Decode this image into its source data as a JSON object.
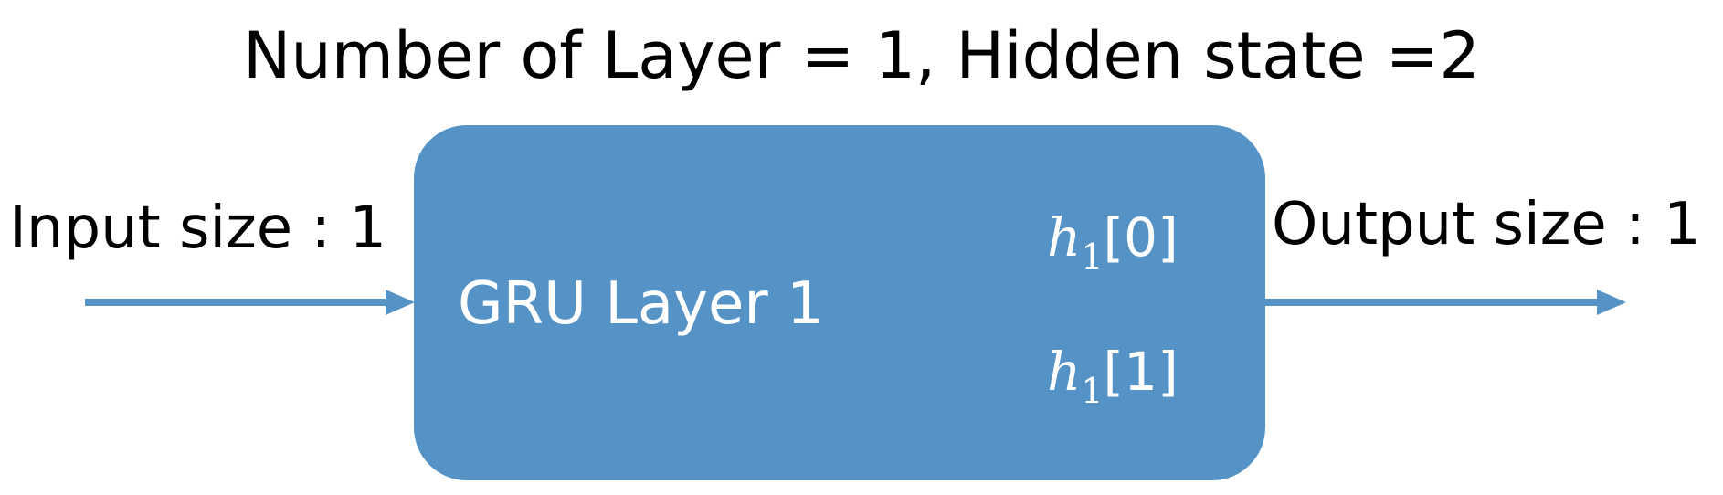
{
  "title": "Number of Layer = 1, Hidden state =2",
  "input_label": "Input size : 1",
  "output_label": "Output size : 1",
  "gru": {
    "label": "GRU Layer 1",
    "states": [
      {
        "symbol": "h",
        "subscript": "1",
        "index": "[0]"
      },
      {
        "symbol": "h",
        "subscript": "1",
        "index": "[1]"
      }
    ]
  },
  "colors": {
    "box_fill": "#5592c6",
    "arrow": "#5592c6",
    "text": "#000000",
    "box_text": "#ffffff"
  }
}
